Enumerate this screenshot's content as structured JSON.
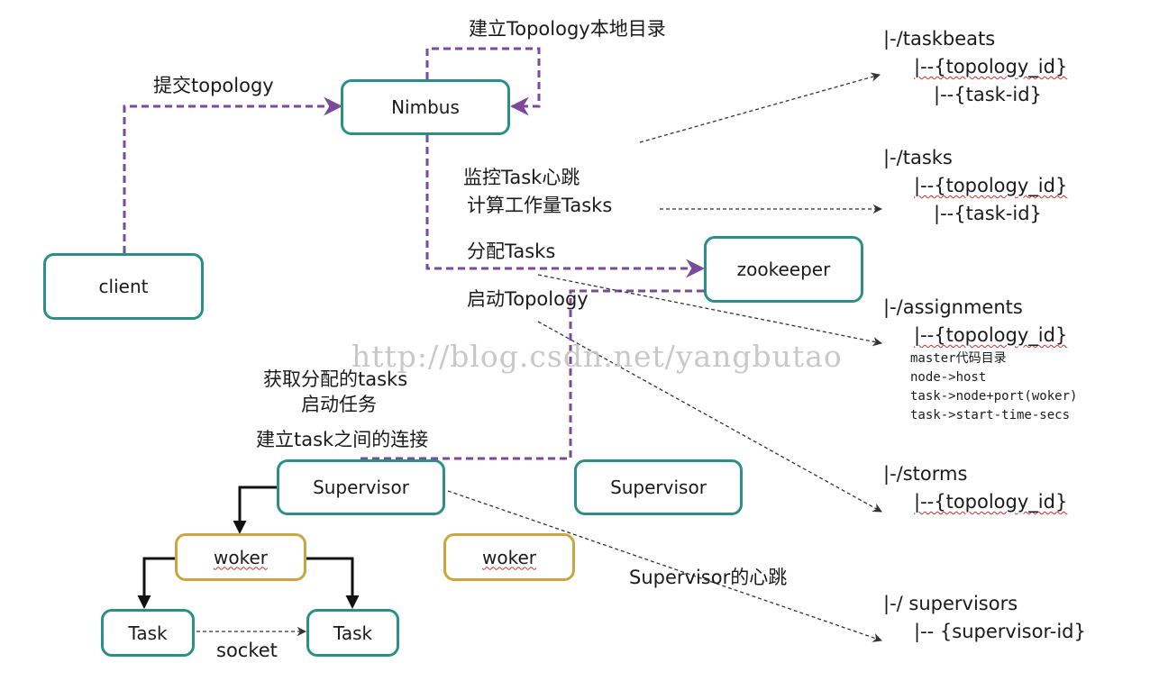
{
  "nodes": {
    "nimbus": "Nimbus",
    "client": "client",
    "zookeeper": "zookeeper",
    "supervisor_1": "Supervisor",
    "supervisor_2": "Supervisor",
    "woker_1": "woker",
    "woker_2": "woker",
    "task_1": "Task",
    "task_2": "Task"
  },
  "labels": {
    "build_local_dir": "建立Topology本地目录",
    "submit_topology": "提交topology",
    "monitor_heartbeat": "监控Task心跳",
    "compute_workload": "计算工作量Tasks",
    "assign_tasks": "分配Tasks",
    "start_topology": "启动Topology",
    "fetch_tasks": "获取分配的tasks",
    "start_job": "启动任务",
    "build_connections": "建立task之间的连接",
    "supervisor_heartbeat": "Supervisor的心跳",
    "socket": "socket"
  },
  "zk_tree": {
    "taskbeats": {
      "root": "|-/taskbeats",
      "child": "|--{topology_id}",
      "grandchild": "|--{task-id}"
    },
    "tasks": {
      "root": "|-/tasks",
      "child": "|--{topology_id}",
      "grandchild": "|--{task-id}"
    },
    "assignments": {
      "root": "|-/assignments",
      "child": "|--{topology_id}",
      "fields": [
        "master代码目录",
        "node->host",
        "task->node+port(woker)",
        "task->start-time-secs"
      ]
    },
    "storms": {
      "root": "|-/storms",
      "child": "|--{topology_id}"
    },
    "supervisors": {
      "root": "|-/ supervisors",
      "child": "|-- {supervisor-id}"
    }
  },
  "watermark": "http://blog.csdn.net/yangbutao",
  "colors": {
    "teal": "#2b8f86",
    "gold": "#c9a640",
    "purple": "#7b4a9a",
    "dark": "#222222"
  }
}
